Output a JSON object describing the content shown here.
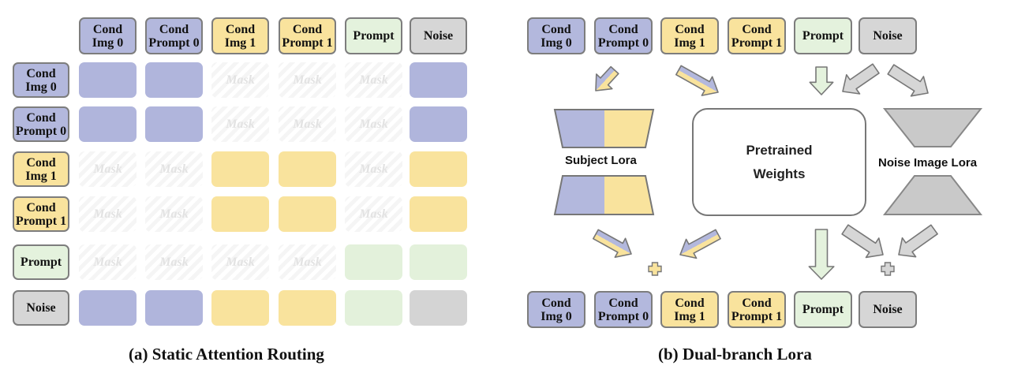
{
  "colors": {
    "img0": "#b3b8dd",
    "img1": "#f9e39d",
    "prompt": "#e4f2dd",
    "noise": "#d6d6d6",
    "border": "#7d7d7d"
  },
  "tokens": [
    {
      "id": "cond-img-0",
      "label": "Cond\nImg 0",
      "color": "img0"
    },
    {
      "id": "cond-prompt-0",
      "label": "Cond\nPrompt 0",
      "color": "img0"
    },
    {
      "id": "cond-img-1",
      "label": "Cond\nImg 1",
      "color": "img1"
    },
    {
      "id": "cond-prompt-1",
      "label": "Cond\nPrompt 1",
      "color": "img1"
    },
    {
      "id": "prompt",
      "label": "Prompt",
      "color": "prompt"
    },
    {
      "id": "noise",
      "label": "Noise",
      "color": "noise"
    }
  ],
  "attention_matrix": {
    "mask_label": "Mask",
    "rows": [
      [
        "img0",
        "img0",
        "mask",
        "mask",
        "mask",
        "img0"
      ],
      [
        "img0",
        "img0",
        "mask",
        "mask",
        "mask",
        "img0"
      ],
      [
        "mask",
        "mask",
        "img1",
        "img1",
        "mask",
        "img1"
      ],
      [
        "mask",
        "mask",
        "img1",
        "img1",
        "mask",
        "img1"
      ],
      [
        "mask",
        "mask",
        "mask",
        "mask",
        "prompt",
        "prompt"
      ],
      [
        "img0",
        "img0",
        "img1",
        "img1",
        "prompt",
        "noise"
      ]
    ]
  },
  "dual_branch": {
    "subject_lora_label": "Subject Lora",
    "noise_lora_label": "Noise Image Lora",
    "pretrained_label": "Pretrained\nWeights",
    "plus_symbol": "✚"
  },
  "captions": {
    "left": "(a) Static Attention Routing",
    "right": "(b) Dual-branch Lora"
  }
}
